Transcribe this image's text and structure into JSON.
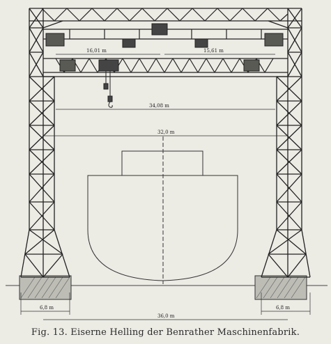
{
  "figure": {
    "caption": "Fig. 13.  Eiserne Helling der Benrather Maschinenfabrik.",
    "dimensions": {
      "trolley_left": "16,01 m",
      "trolley_right": "15,61 m",
      "inner_span": "34,08 m",
      "ship_beam": "32,0 m",
      "foot_left": "6,8 m",
      "foot_right": "6,8 m",
      "base_span": "36,0 m"
    }
  }
}
